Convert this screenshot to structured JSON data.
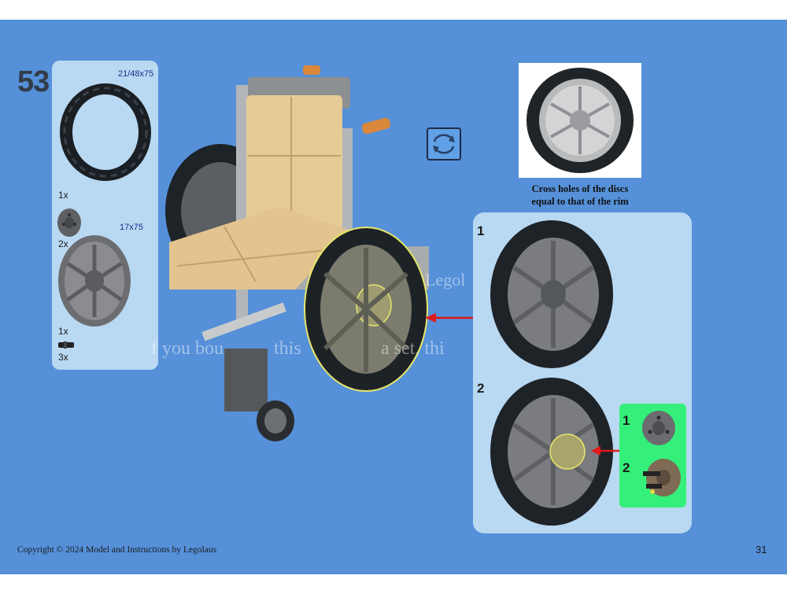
{
  "step": {
    "number": "53"
  },
  "parts_list": {
    "tire_size": "21/48x75",
    "tire_qty": "1x",
    "disc_qty": "2x",
    "rim_size": "17x75",
    "rim_qty": "1x",
    "pin_qty": "3x"
  },
  "reference": {
    "caption_line1": "Cross holes of the discs",
    "caption_line2": "equal to that of the rim"
  },
  "substeps": {
    "one": "1",
    "two": "2"
  },
  "green_callout": {
    "one": "1",
    "two": "2"
  },
  "watermark": {
    "line1": "Legol",
    "line2": "f you bou",
    "line3": "this",
    "line4": "a set, thi"
  },
  "footer": {
    "copyright": "Copyright © 2024 Model and Instructions by Legolaus",
    "page": "31"
  },
  "colors": {
    "background": "#5590d9",
    "panel": "#b9d8f2",
    "callout": "#34f07a",
    "arrow": "#e01919"
  }
}
